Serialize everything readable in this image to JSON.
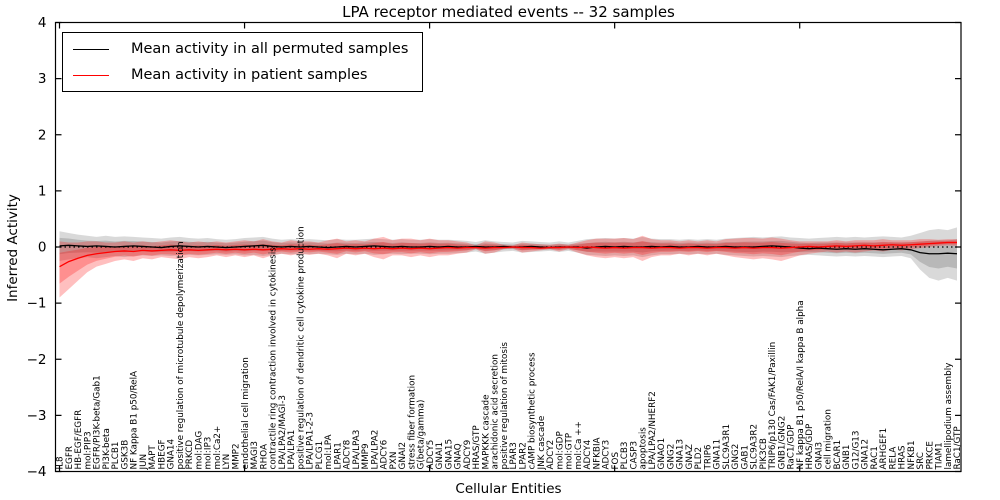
{
  "chart_data": {
    "type": "line",
    "title": "LPA receptor mediated events -- 32 samples",
    "xlabel": "Cellular Entities",
    "ylabel": "Inferred Activity",
    "ylim": [
      -4,
      4
    ],
    "yticks": [
      -4,
      -3,
      -2,
      -1,
      0,
      1,
      2,
      3,
      4
    ],
    "xtick_indices": [
      0,
      20,
      40,
      60,
      80
    ],
    "grid": false,
    "zero_line": true,
    "legend_position": "upper left",
    "categories": [
      "IL8",
      "EGFR",
      "HB-EGF/EGFR",
      "mol:PIP3",
      "EGFR/PI3K-beta/Gab1",
      "PI3K-beta",
      "PLCB1",
      "GSK3B",
      "NF Kappa B1 p50/RelA",
      "JUN",
      "MAPT",
      "HBEGF",
      "GNA14",
      "positive regulation of microtubule depolymerization",
      "PRKCD",
      "mol:DAG",
      "mol:IP3",
      "mol:Ca2+",
      "LYN",
      "MMP2",
      "endothelial cell migration",
      "MAGI3",
      "RHOA",
      "contractile ring contraction involved in cytokinesis",
      "LPA/LPA2/MAGI-3",
      "LPA/LPA1",
      "positive regulation of dendritic cell cytokine production",
      "LPA/LPA1-2-3",
      "PLCG1",
      "mol:LPA",
      "LPAR1",
      "ADCY8",
      "LPA/LPA3",
      "MMP9",
      "LPA/LPA2",
      "ADCY6",
      "PXN",
      "GNAI2",
      "stress fiber formation",
      "G(beta/gamma)",
      "ADCY5",
      "GNAI1",
      "GNA15",
      "GNAQ",
      "ADCY9",
      "HRAS/GTP",
      "MAPKKK cascade",
      "arachidonic acid secretion",
      "positive regulation of mitosis",
      "LPAR3",
      "LPAR2",
      "cAMP biosynthetic process",
      "JNK cascade",
      "ADCY2",
      "mol:GDP",
      "mol:GTP",
      "mol:Ca ++",
      "ADCY4",
      "NFKBIA",
      "ADCY3",
      "FOS",
      "PLCB3",
      "CASP3",
      "apoptosis",
      "LPA/LPA2/NHERF2",
      "GNAO1",
      "GNG2",
      "GNA13",
      "GNAZ",
      "PLD2",
      "TRIP6",
      "GNA11",
      "SLC9A3R1",
      "GNG2",
      "GAB1",
      "SLC9A3R2",
      "PIK3CB",
      "TRIP6/p130 Cas/FAK1/Paxillin",
      "GNB1/GNG2",
      "RaC1/GDP",
      "NF kappa B1 p50/RelA/I kappa B alpha",
      "HRAS/GDP",
      "GNAI3",
      "cell migration",
      "BCAR1",
      "GNB1",
      "G12/G13",
      "GNA12",
      "RAC1",
      "ARHGEF1",
      "RELA",
      "HRAS",
      "NFKB1",
      "SRC",
      "PRKCE",
      "TIAM1",
      "lamellipodium assembly",
      "RaC1/GTP"
    ],
    "series": [
      {
        "name": "Mean activity in all permuted samples",
        "color": "#000000",
        "band_color": "rgba(0,0,0,0.15)",
        "values": [
          0.02,
          0.03,
          0.02,
          0.01,
          0.02,
          0.01,
          0,
          0.01,
          0.02,
          0.01,
          0,
          -0.01,
          0.01,
          0.02,
          0.01,
          0,
          0.01,
          0,
          -0.01,
          0,
          0.01,
          0.02,
          0.03,
          0.01,
          0,
          0.01,
          0,
          0.01,
          0,
          -0.01,
          0,
          0.01,
          0,
          0.01,
          0.02,
          0.01,
          0,
          0.01,
          0,
          0,
          0.01,
          0,
          0.01,
          0,
          0,
          0.01,
          0,
          0,
          0.01,
          0,
          0,
          0.01,
          0,
          -0.01,
          0,
          0,
          0,
          -0.02,
          0,
          0.01,
          0,
          0.01,
          0,
          0,
          0.01,
          0,
          0.01,
          0,
          0,
          0.01,
          0,
          0,
          0.01,
          0,
          0,
          0,
          0.01,
          0.02,
          0.01,
          0,
          -0.02,
          -0.03,
          -0.02,
          -0.03,
          -0.04,
          -0.03,
          -0.04,
          -0.03,
          -0.04,
          -0.05,
          -0.04,
          -0.03,
          -0.05,
          -0.1,
          -0.12,
          -0.12,
          -0.11,
          -0.12
        ],
        "band_low": [
          -0.25,
          -0.22,
          -0.2,
          -0.18,
          -0.2,
          -0.18,
          -0.16,
          -0.18,
          -0.16,
          -0.15,
          -0.16,
          -0.15,
          -0.16,
          -0.15,
          -0.14,
          -0.15,
          -0.14,
          -0.13,
          -0.14,
          -0.13,
          -0.15,
          -0.14,
          -0.16,
          -0.14,
          -0.12,
          -0.13,
          -0.12,
          -0.13,
          -0.12,
          -0.13,
          -0.14,
          -0.12,
          -0.13,
          -0.12,
          -0.14,
          -0.13,
          -0.12,
          -0.13,
          -0.12,
          -0.12,
          -0.13,
          -0.12,
          -0.12,
          -0.11,
          -0.1,
          -0.08,
          -0.12,
          -0.1,
          -0.08,
          -0.07,
          -0.1,
          -0.09,
          -0.08,
          -0.07,
          -0.09,
          -0.07,
          -0.1,
          -0.14,
          -0.15,
          -0.16,
          -0.15,
          -0.16,
          -0.15,
          -0.18,
          -0.15,
          -0.13,
          -0.13,
          -0.12,
          -0.13,
          -0.12,
          -0.13,
          -0.12,
          -0.14,
          -0.15,
          -0.16,
          -0.17,
          -0.16,
          -0.17,
          -0.18,
          -0.16,
          -0.15,
          -0.14,
          -0.15,
          -0.16,
          -0.17,
          -0.16,
          -0.17,
          -0.16,
          -0.17,
          -0.18,
          -0.17,
          -0.16,
          -0.2,
          -0.4,
          -0.55,
          -0.6,
          -0.55,
          -0.6
        ],
        "band_high": [
          0.28,
          0.25,
          0.22,
          0.2,
          0.18,
          0.2,
          0.18,
          0.19,
          0.18,
          0.17,
          0.16,
          0.15,
          0.17,
          0.18,
          0.16,
          0.15,
          0.16,
          0.14,
          0.13,
          0.14,
          0.16,
          0.17,
          0.18,
          0.15,
          0.13,
          0.14,
          0.13,
          0.14,
          0.13,
          0.12,
          0.14,
          0.13,
          0.13,
          0.14,
          0.15,
          0.14,
          0.13,
          0.14,
          0.13,
          0.13,
          0.14,
          0.13,
          0.13,
          0.12,
          0.11,
          0.09,
          0.12,
          0.1,
          0.09,
          0.08,
          0.11,
          0.1,
          0.09,
          0.08,
          0.1,
          0.08,
          0.11,
          0.14,
          0.15,
          0.16,
          0.15,
          0.16,
          0.15,
          0.18,
          0.15,
          0.14,
          0.14,
          0.13,
          0.14,
          0.13,
          0.14,
          0.13,
          0.15,
          0.16,
          0.17,
          0.18,
          0.17,
          0.18,
          0.19,
          0.17,
          0.16,
          0.15,
          0.16,
          0.17,
          0.18,
          0.17,
          0.18,
          0.17,
          0.18,
          0.19,
          0.18,
          0.17,
          0.2,
          0.25,
          0.3,
          0.32,
          0.3,
          0.35
        ]
      },
      {
        "name": "Mean activity in patient samples",
        "color": "#ff0000",
        "band_color": "rgba(255,0,0,0.25)",
        "values": [
          -0.35,
          -0.26,
          -0.2,
          -0.15,
          -0.12,
          -0.1,
          -0.08,
          -0.07,
          -0.08,
          -0.06,
          -0.07,
          -0.06,
          -0.05,
          -0.06,
          -0.05,
          -0.06,
          -0.05,
          -0.04,
          -0.05,
          -0.04,
          -0.05,
          -0.04,
          -0.05,
          -0.04,
          -0.03,
          -0.04,
          -0.03,
          -0.04,
          -0.03,
          -0.04,
          -0.03,
          -0.02,
          -0.03,
          -0.02,
          -0.03,
          -0.02,
          -0.03,
          -0.02,
          -0.03,
          -0.02,
          -0.03,
          -0.02,
          -0.01,
          -0.02,
          -0.01,
          -0.01,
          -0.02,
          -0.01,
          -0.01,
          0,
          -0.01,
          -0.01,
          -0.02,
          -0.01,
          -0.01,
          0,
          -0.01,
          0,
          -0.01,
          -0.02,
          -0.01,
          -0.02,
          -0.01,
          -0.01,
          -0.02,
          -0.01,
          -0.01,
          -0.02,
          -0.01,
          -0.01,
          -0.02,
          -0.01,
          -0.01,
          -0.02,
          -0.01,
          -0.02,
          -0.01,
          -0.01,
          -0.02,
          -0.01,
          0,
          0.01,
          0,
          0.01,
          0.02,
          0.01,
          0.02,
          0.03,
          0.02,
          0.03,
          0.04,
          0.03,
          0.04,
          0.05,
          0.06,
          0.07,
          0.08,
          0.08
        ],
        "band_low": [
          -0.9,
          -0.75,
          -0.6,
          -0.45,
          -0.35,
          -0.3,
          -0.25,
          -0.22,
          -0.25,
          -0.2,
          -0.22,
          -0.18,
          -0.2,
          -0.22,
          -0.18,
          -0.2,
          -0.18,
          -0.15,
          -0.18,
          -0.15,
          -0.18,
          -0.15,
          -0.2,
          -0.15,
          -0.12,
          -0.15,
          -0.12,
          -0.14,
          -0.12,
          -0.15,
          -0.2,
          -0.12,
          -0.15,
          -0.12,
          -0.18,
          -0.22,
          -0.15,
          -0.15,
          -0.18,
          -0.15,
          -0.18,
          -0.15,
          -0.15,
          -0.12,
          -0.1,
          -0.04,
          -0.12,
          -0.1,
          -0.04,
          -0.03,
          -0.1,
          -0.08,
          -0.06,
          -0.04,
          -0.08,
          -0.04,
          -0.1,
          -0.15,
          -0.18,
          -0.2,
          -0.18,
          -0.2,
          -0.18,
          -0.25,
          -0.18,
          -0.15,
          -0.15,
          -0.12,
          -0.15,
          -0.12,
          -0.15,
          -0.12,
          -0.15,
          -0.18,
          -0.2,
          -0.22,
          -0.2,
          -0.22,
          -0.25,
          -0.2,
          -0.15,
          -0.12,
          -0.1,
          -0.08,
          -0.1,
          -0.08,
          -0.1,
          -0.08,
          -0.06,
          -0.08,
          -0.05,
          -0.06,
          -0.04,
          -0.02,
          0,
          0.02,
          0.03,
          0.02
        ],
        "band_high": [
          0.1,
          0.08,
          0.08,
          0.1,
          0.1,
          0.08,
          0.08,
          0.1,
          0.08,
          0.1,
          0.08,
          0.1,
          0.12,
          0.1,
          0.08,
          0.1,
          0.08,
          0.1,
          0.08,
          0.1,
          0.12,
          0.1,
          0.14,
          0.1,
          0.08,
          0.12,
          0.1,
          0.1,
          0.08,
          0.12,
          0.15,
          0.1,
          0.12,
          0.1,
          0.15,
          0.18,
          0.12,
          0.15,
          0.15,
          0.12,
          0.15,
          0.12,
          0.12,
          0.1,
          0.08,
          0.03,
          0.1,
          0.08,
          0.04,
          0.03,
          0.08,
          0.06,
          0.05,
          0.04,
          0.06,
          0.04,
          0.08,
          0.12,
          0.15,
          0.15,
          0.15,
          0.16,
          0.14,
          0.2,
          0.14,
          0.12,
          0.12,
          0.1,
          0.12,
          0.1,
          0.12,
          0.1,
          0.14,
          0.15,
          0.16,
          0.16,
          0.15,
          0.17,
          0.15,
          0.12,
          0.1,
          0.1,
          0.1,
          0.1,
          0.12,
          0.1,
          0.12,
          0.12,
          0.12,
          0.14,
          0.12,
          0.12,
          0.12,
          0.14,
          0.14,
          0.13,
          0.14,
          0.14
        ]
      }
    ]
  }
}
